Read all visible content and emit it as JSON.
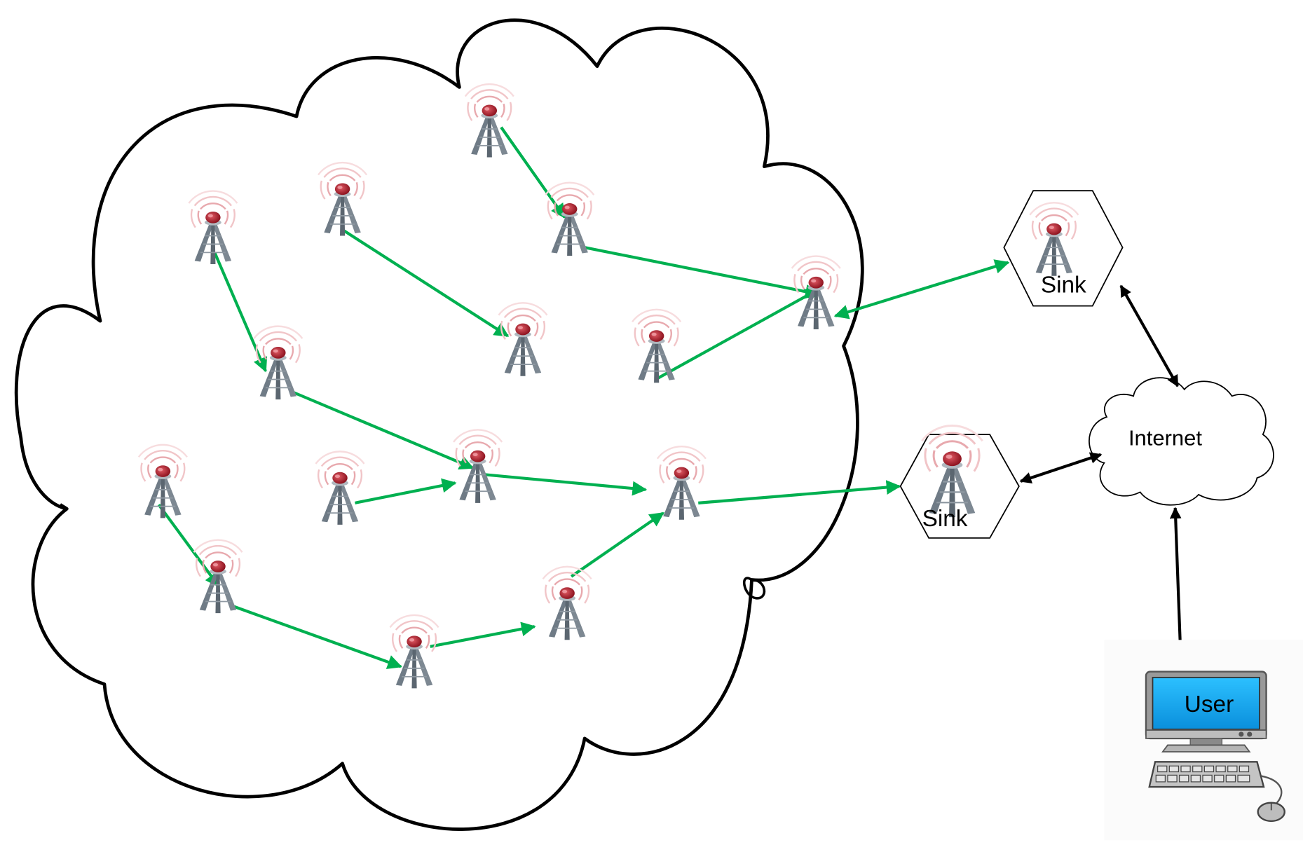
{
  "labels": {
    "sink_top": "Sink",
    "sink_bottom": "Sink",
    "internet": "Internet",
    "user": "User"
  },
  "colors": {
    "flow_arrow": "#00b050",
    "link_arrow": "#000000",
    "cloud_outline": "#000000",
    "tower_red": "#c0202c",
    "tower_gray": "#6f7b86",
    "screen_blue": "#0fa3f0"
  },
  "icons": {
    "sensor": "radio-tower-icon",
    "sink": "hexagon-sink-icon",
    "internet": "cloud-icon",
    "user": "computer-icon"
  }
}
